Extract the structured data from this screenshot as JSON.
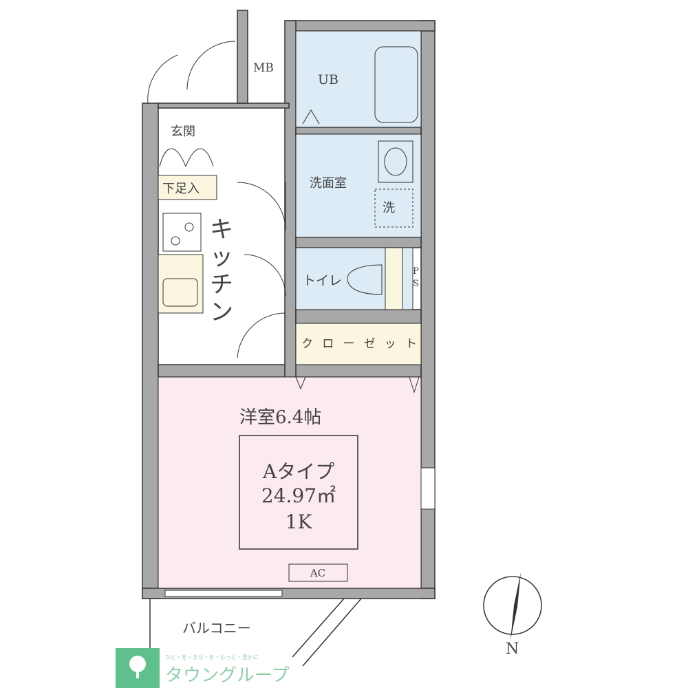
{
  "rooms": {
    "mb": "MB",
    "ub": "UB",
    "entrance": "玄関",
    "shoe_cabinet": "下足入",
    "washroom": "洗面室",
    "washer": "洗",
    "kitchen": [
      "キ",
      "ッ",
      "チ",
      "ン"
    ],
    "toilet": "トイレ",
    "ps": [
      "P",
      "S"
    ],
    "closet": "クローゼット",
    "western_room": "洋室6.4帖",
    "ac": "AC",
    "balcony": "バルコニー"
  },
  "unit_info": {
    "type": "Aタイプ",
    "area": "24.97㎡",
    "layout": "1K"
  },
  "compass": {
    "label": "N"
  },
  "logo": {
    "name": "タウングループ",
    "tagline": "ひと・を・まち・を・もっと・豊かに"
  },
  "colors": {
    "wall": "#a8a8a8",
    "wet_area": "#dcebf6",
    "western_room": "#fbeaf0",
    "storage": "#fbf6df",
    "logo": "#5fc08e"
  }
}
